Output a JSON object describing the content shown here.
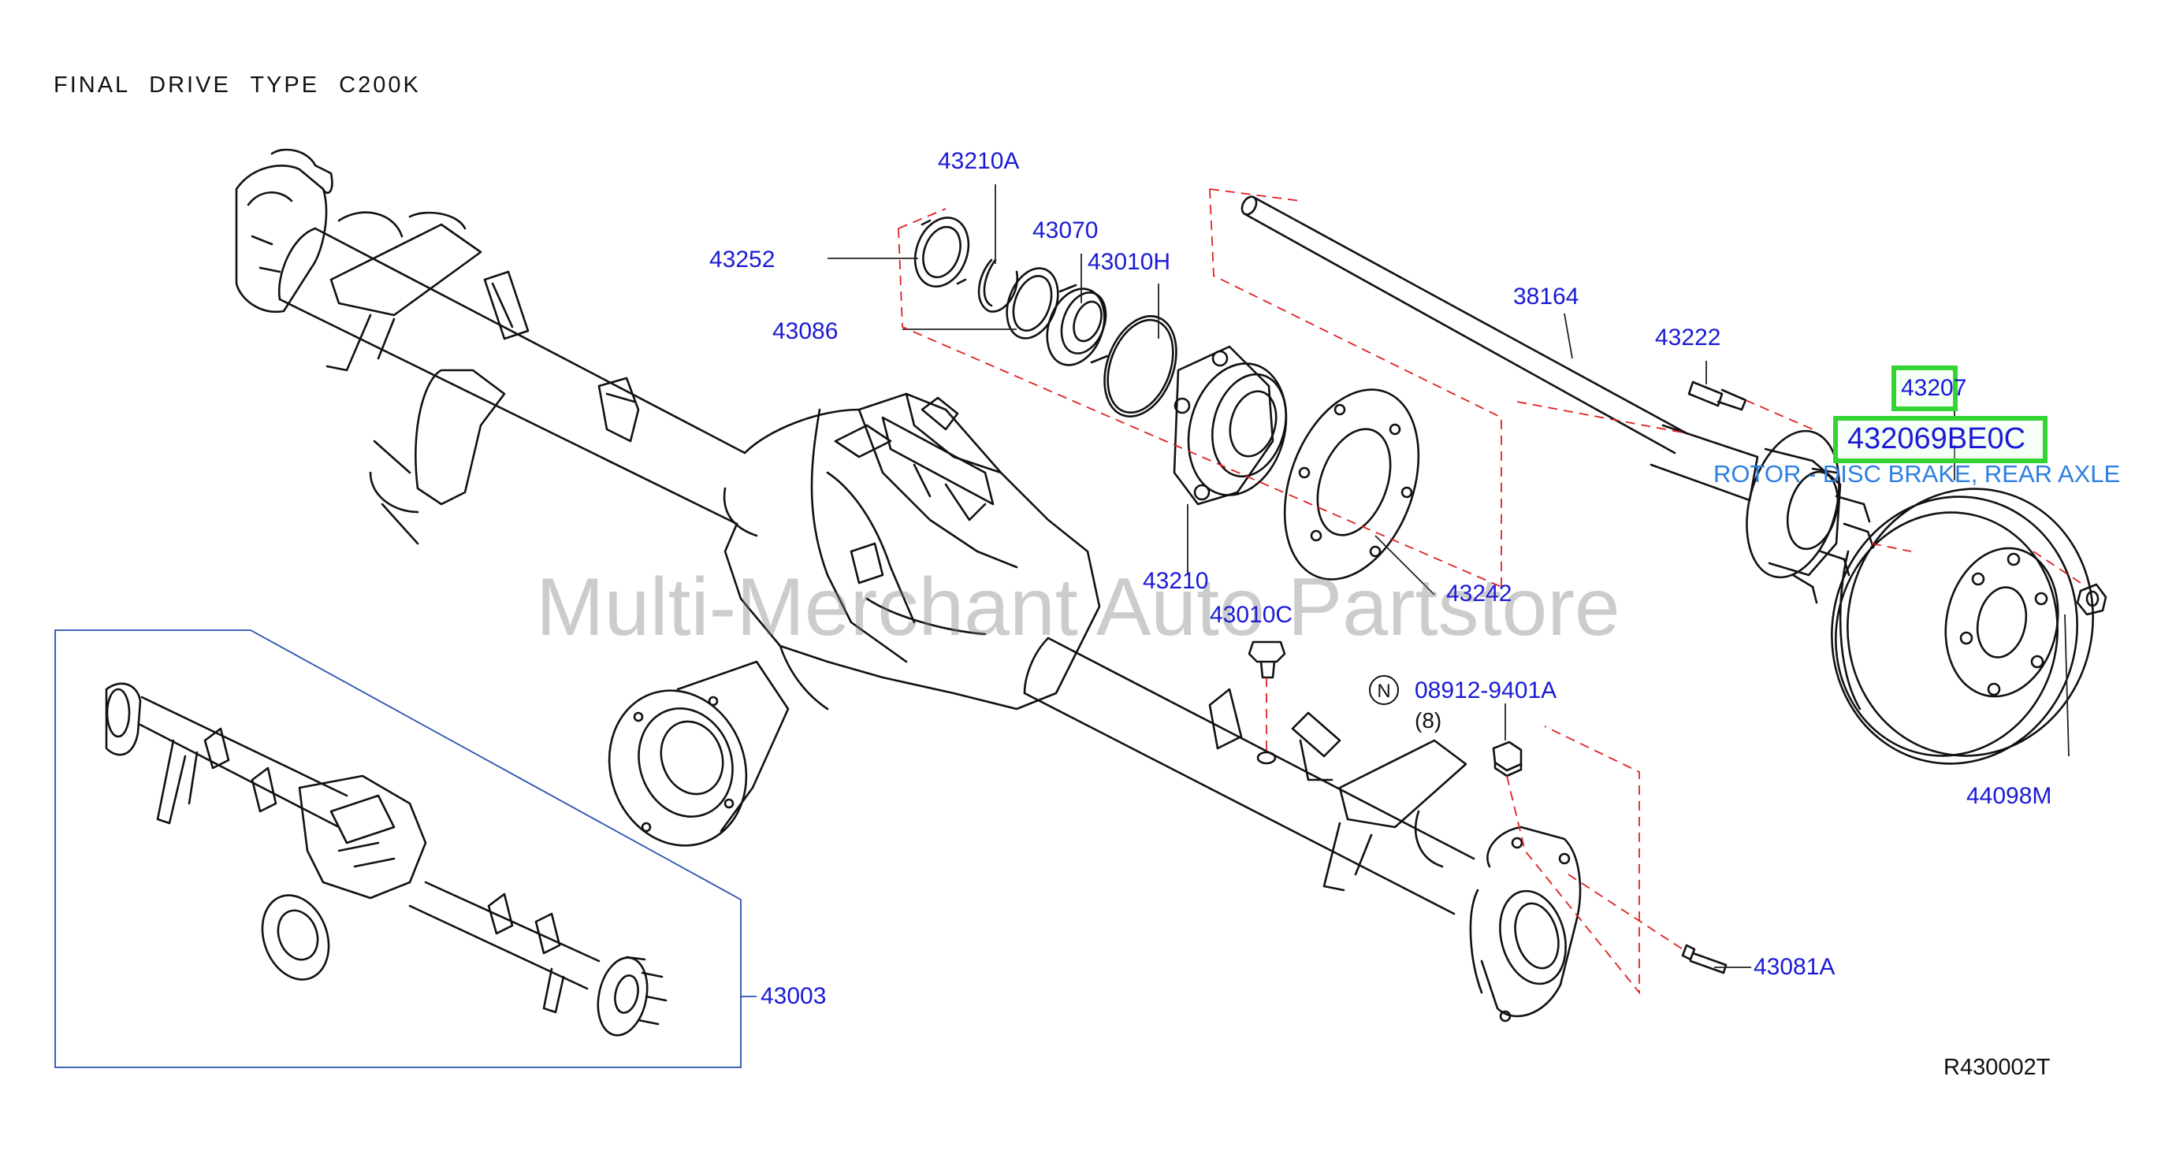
{
  "title": "FINAL DRIVE TYPE C200K",
  "diagram_code": "R430002T",
  "watermark": "Multi-Merchant Auto Partstore",
  "highlight": {
    "part_number": "43207",
    "oem_number": "432069BE0C",
    "description": "ROTOR - DISC BRAKE, REAR AXLE"
  },
  "note_symbol": "N",
  "note_qty": "(8)",
  "colors": {
    "label": "#1a1ad6",
    "highlight": "#33d433",
    "description": "#2d7fe0",
    "dashed": "#e02020"
  },
  "callouts": {
    "p43210A": "43210A",
    "p43252": "43252",
    "p43070": "43070",
    "p43010H": "43010H",
    "p43086": "43086",
    "p38164": "38164",
    "p43222": "43222",
    "p43210": "43210",
    "p43242": "43242",
    "p43010C": "43010C",
    "p08912": "08912-9401A",
    "p44098M": "44098M",
    "p43003": "43003",
    "p43081A": "43081A"
  }
}
